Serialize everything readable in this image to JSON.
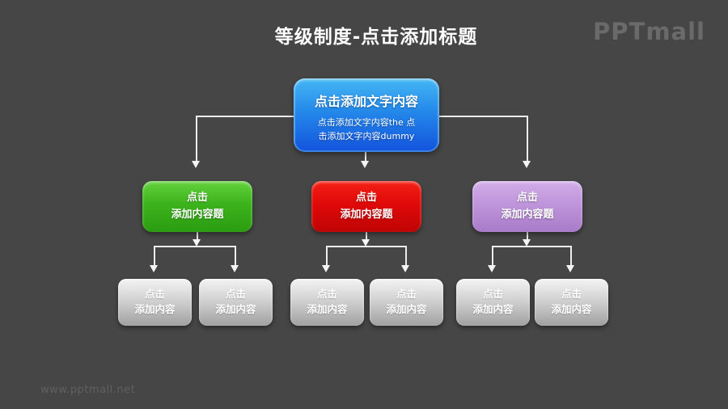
{
  "slide": {
    "title": "等级制度-点击添加标题",
    "brand_logo": "PPTmall",
    "watermark": "www.pptmall.net"
  },
  "colors": {
    "background": "#464646",
    "title_text": "#ffffff",
    "connector": "#ececec",
    "root_gradient_top": "#45b7f5",
    "root_gradient_bottom": "#1353dd",
    "branch_green": "#3cb31c",
    "branch_red": "#dd0808",
    "branch_purple": "#bb90d8",
    "leaf_gray_top": "#f3f3f3",
    "leaf_gray_bottom": "#a0a0a0",
    "logo_gray": "#6a6a6a"
  },
  "tree": {
    "root": {
      "title": "点击添加文字内容",
      "body_line1": "点击添加文字内容the 点",
      "body_line2": "击添加文字内容dummy"
    },
    "branches": [
      {
        "line1": "点击",
        "line2": "添加内容题",
        "color": "#3cb31c"
      },
      {
        "line1": "点击",
        "line2": "添加内容题",
        "color": "#dd0808"
      },
      {
        "line1": "点击",
        "line2": "添加内容题",
        "color": "#bb90d8"
      }
    ],
    "leaves": [
      {
        "line1": "点击",
        "line2": "添加内容"
      },
      {
        "line1": "点击",
        "line2": "添加内容"
      },
      {
        "line1": "点击",
        "line2": "添加内容"
      },
      {
        "line1": "点击",
        "line2": "添加内容"
      },
      {
        "line1": "点击",
        "line2": "添加内容"
      },
      {
        "line1": "点击",
        "line2": "添加内容"
      }
    ]
  }
}
